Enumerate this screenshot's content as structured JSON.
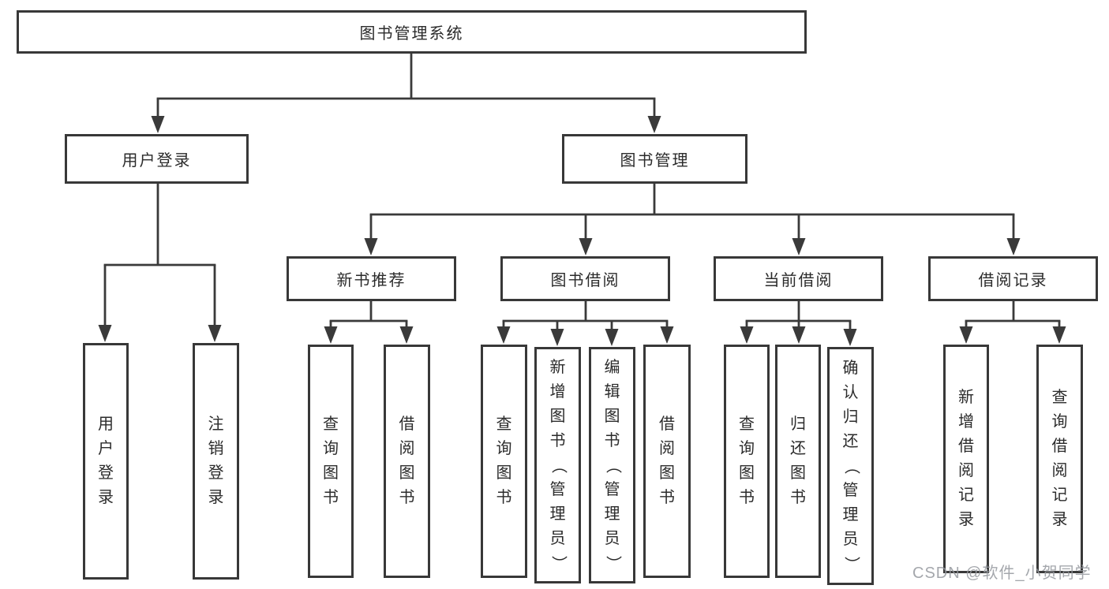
{
  "diagram": {
    "root": "图书管理系统",
    "level2": {
      "user_login": "用户登录",
      "book_management": "图书管理"
    },
    "level3": {
      "new_book_recommend": "新书推荐",
      "book_borrow": "图书借阅",
      "current_borrow": "当前借阅",
      "borrow_record": "借阅记录"
    },
    "leaves": {
      "user_login": [
        "用户登录",
        "注销登录"
      ],
      "new_book_recommend": [
        "查询图书",
        "借阅图书"
      ],
      "book_borrow": [
        "查询图书",
        "新增图书（管理员）",
        "编辑图书（管理员）",
        "借阅图书"
      ],
      "current_borrow": [
        "查询图书",
        "归还图书",
        "确认归还（管理员）"
      ],
      "borrow_record": [
        "新增借阅记录",
        "查询借阅记录"
      ]
    },
    "watermark": "CSDN @软件_小贺同学",
    "colors": {
      "line": "#3a3a3a",
      "box_border": "#383838",
      "text": "#2b2b2b",
      "watermark": "#94989e",
      "background": "#ffffff"
    }
  }
}
